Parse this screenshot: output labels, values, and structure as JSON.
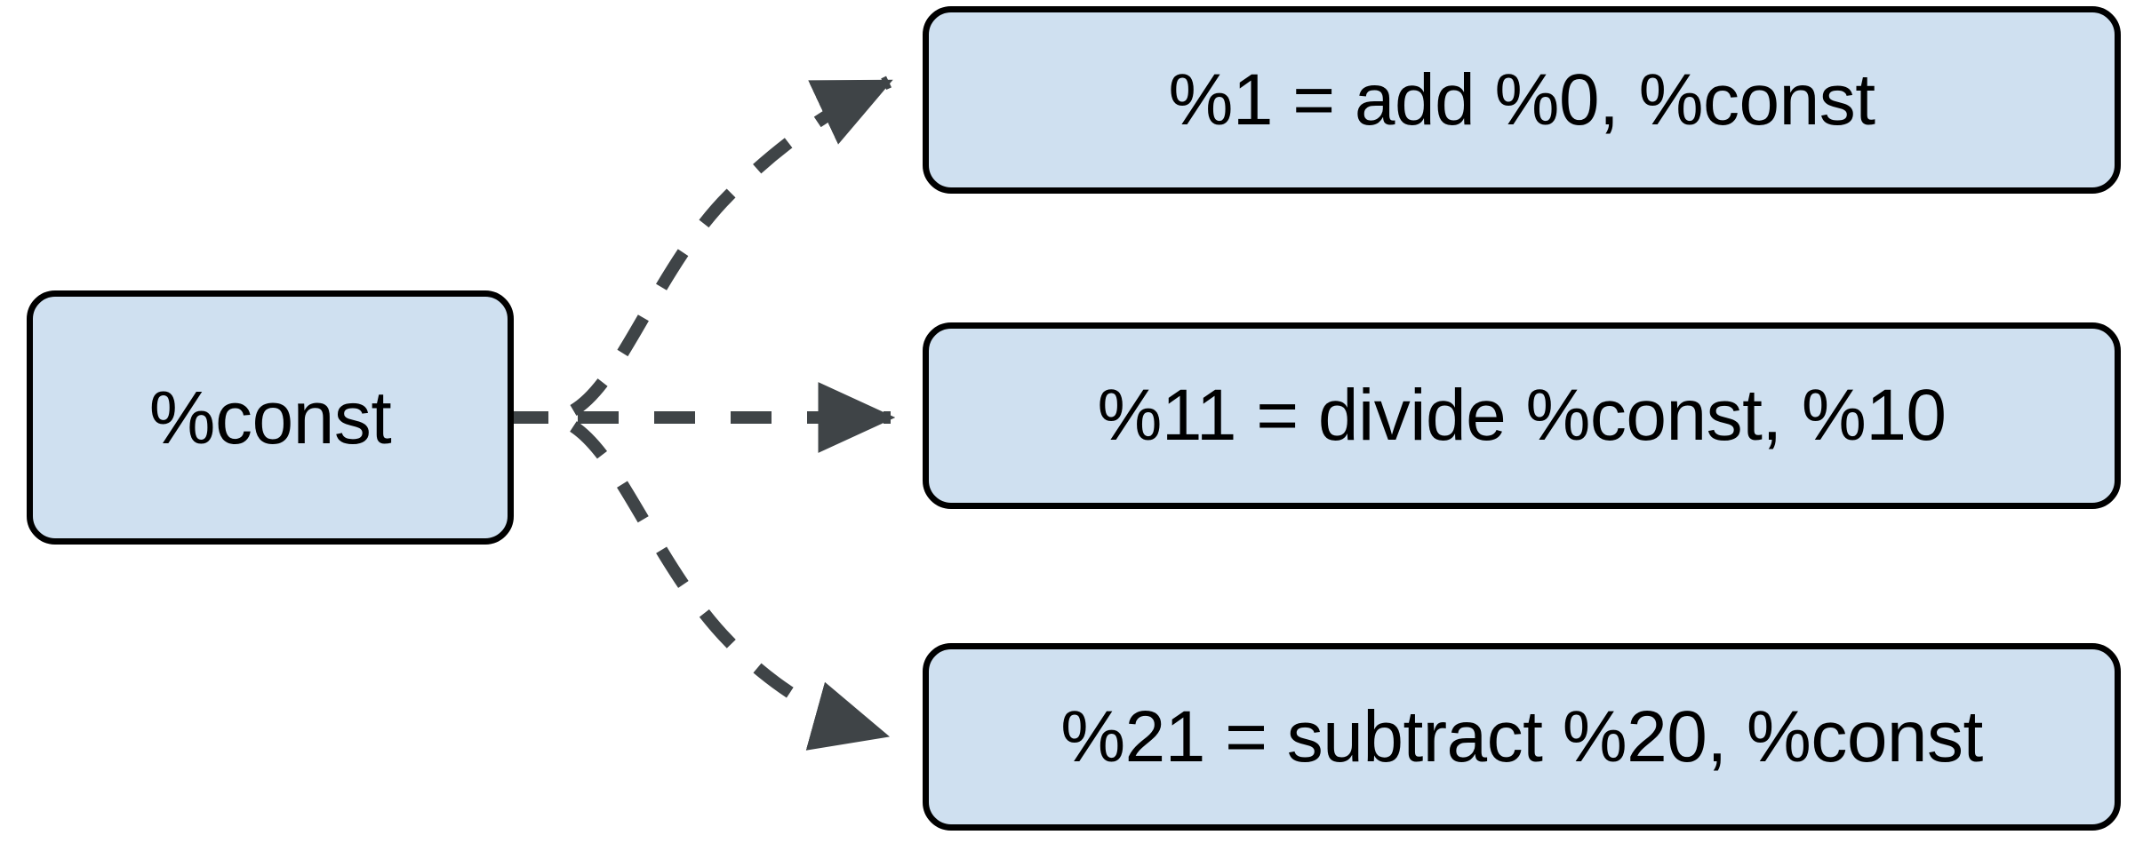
{
  "diagram": {
    "type": "dependency-graph",
    "title": "",
    "colors": {
      "node_fill": "#cfe0f0",
      "node_border": "#000000",
      "edge": "#3f4447",
      "background": "#ffffff",
      "text": "#000000"
    },
    "source_node": {
      "id": "const",
      "label": "%const"
    },
    "target_nodes": [
      {
        "id": "add",
        "label": "%1 = add %0, %const"
      },
      {
        "id": "divide",
        "label": "%11 = divide %const, %10"
      },
      {
        "id": "subtract",
        "label": "%21 = subtract %20, %const"
      }
    ],
    "edges": [
      {
        "from": "const",
        "to": "add",
        "style": "dashed",
        "arrow": "triangle"
      },
      {
        "from": "const",
        "to": "divide",
        "style": "dashed",
        "arrow": "triangle"
      },
      {
        "from": "const",
        "to": "subtract",
        "style": "dashed",
        "arrow": "triangle"
      }
    ]
  }
}
